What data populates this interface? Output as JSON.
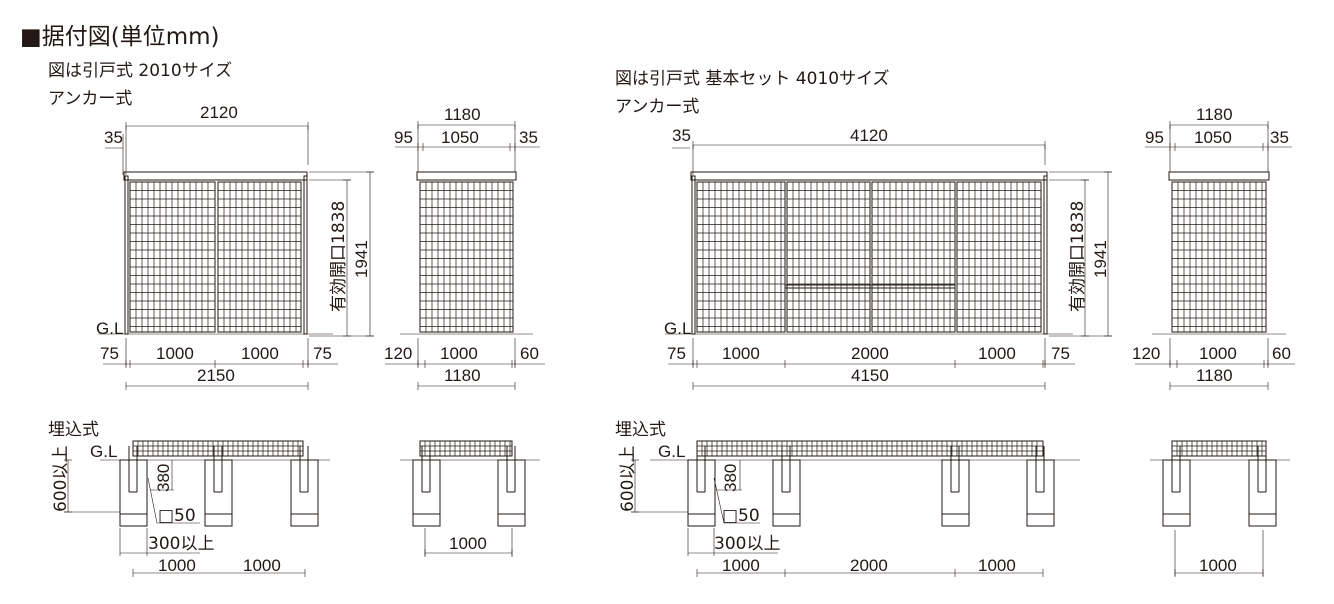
{
  "title": "■据付図(単位mm)",
  "left": {
    "caption": "図は引戸式 2010サイズ",
    "type_anchor": "アンカー式",
    "front": {
      "d35": "35",
      "width_top": "2120",
      "opening": "有効開口1838",
      "height": "1941",
      "gl": "G.L",
      "m1": "75",
      "m2": "1000",
      "m3": "1000",
      "m4": "75",
      "width_bottom": "2150"
    },
    "side": {
      "top": "1180",
      "a": "95",
      "b": "1050",
      "c": "35",
      "d": "120",
      "e": "1000",
      "f": "60",
      "bottom": "1180"
    },
    "buried": {
      "label": "埋込式",
      "gl": "G.L",
      "depth": "600以上",
      "pole_depth": "380",
      "pole": "□50",
      "footing": "300以上",
      "s1": "1000",
      "s2": "1000",
      "side": "1000"
    }
  },
  "right": {
    "caption": "図は引戸式 基本セット 4010サイズ",
    "type_anchor": "アンカー式",
    "front": {
      "d35": "35",
      "width_top": "4120",
      "opening": "有効開口1838",
      "height": "1941",
      "gl": "G.L",
      "m1": "75",
      "m2": "1000",
      "m3": "2000",
      "m4": "1000",
      "m5": "75",
      "width_bottom": "4150"
    },
    "side": {
      "top": "1180",
      "a": "95",
      "b": "1050",
      "c": "35",
      "d": "120",
      "e": "1000",
      "f": "60",
      "bottom": "1180"
    },
    "buried": {
      "label": "埋込式",
      "gl": "G.L",
      "depth": "600以上",
      "pole_depth": "380",
      "pole": "□50",
      "footing": "300以上",
      "s1": "1000",
      "s2": "2000",
      "s3": "1000",
      "side": "1000"
    }
  }
}
